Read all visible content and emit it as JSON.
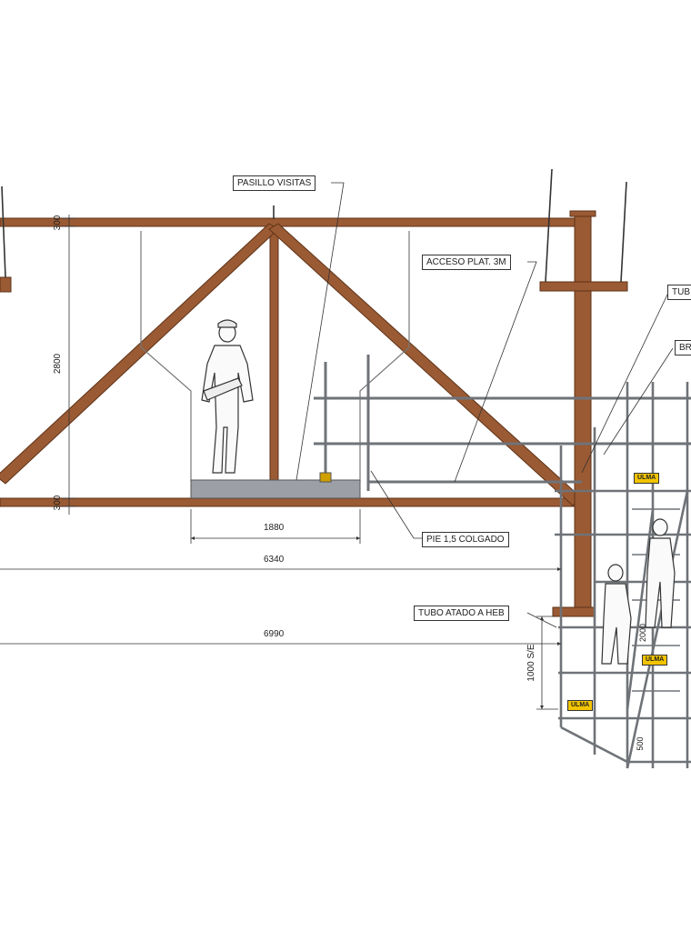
{
  "labels": {
    "pasillo": "PASILLO VISITAS",
    "acceso": "ACCESO PLAT. 3M",
    "tubo_top": "TUB",
    "br_right": "BR",
    "pie": "PIE 1,5 COLGADO",
    "tubo_heb": "TUBO ATADO A HEB"
  },
  "dimensions": {
    "d300_top": "300",
    "d2800": "2800",
    "d300_bottom": "300",
    "d1880": "1880",
    "d6340": "6340",
    "d6990": "6990",
    "d1000": "1000 S/E",
    "d2000": "2000",
    "d500": "500"
  },
  "ulma_tags": [
    "ULMA",
    "ULMA",
    "ULMA"
  ],
  "colors": {
    "steel": "#9a5a33",
    "steel_edge": "#5e3318",
    "scaffold": "#6f7378",
    "deck": "#9c9fa6",
    "ulma": "#f2c400"
  }
}
